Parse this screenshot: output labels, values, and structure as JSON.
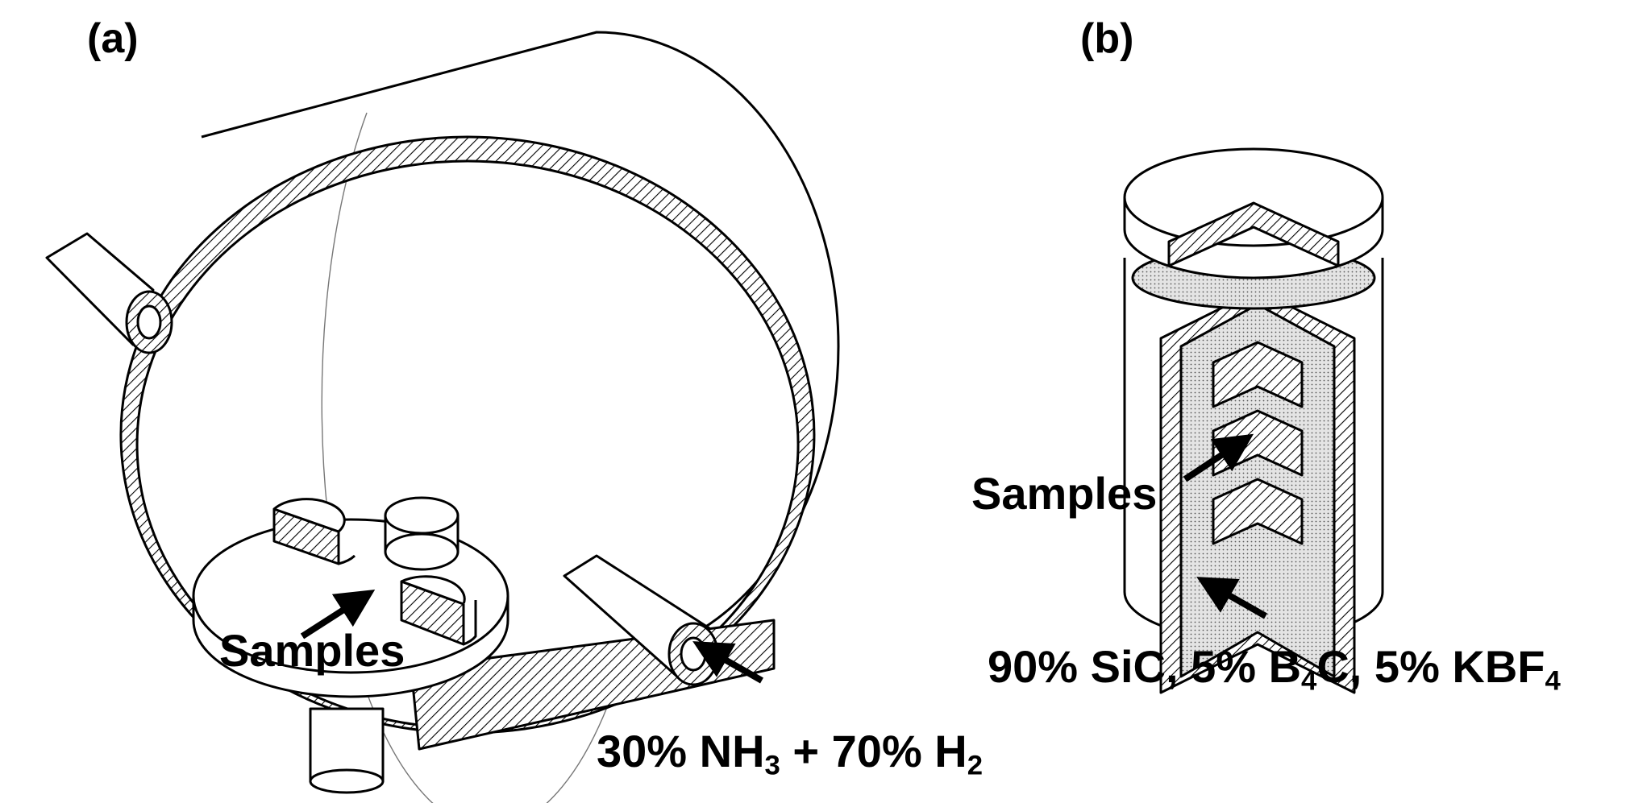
{
  "panels": {
    "a": {
      "label": "(a)",
      "samples_label": "Samples",
      "gas": {
        "pre": "30% NH",
        "sub1": "3",
        "mid": " + 70% H",
        "sub2": "2"
      }
    },
    "b": {
      "label": "(b)",
      "samples_label": "Samples",
      "powder": {
        "pre": "90% SiC, 5% B",
        "sub1": "4",
        "mid": "C, 5% KBF",
        "sub2": "4"
      }
    }
  }
}
